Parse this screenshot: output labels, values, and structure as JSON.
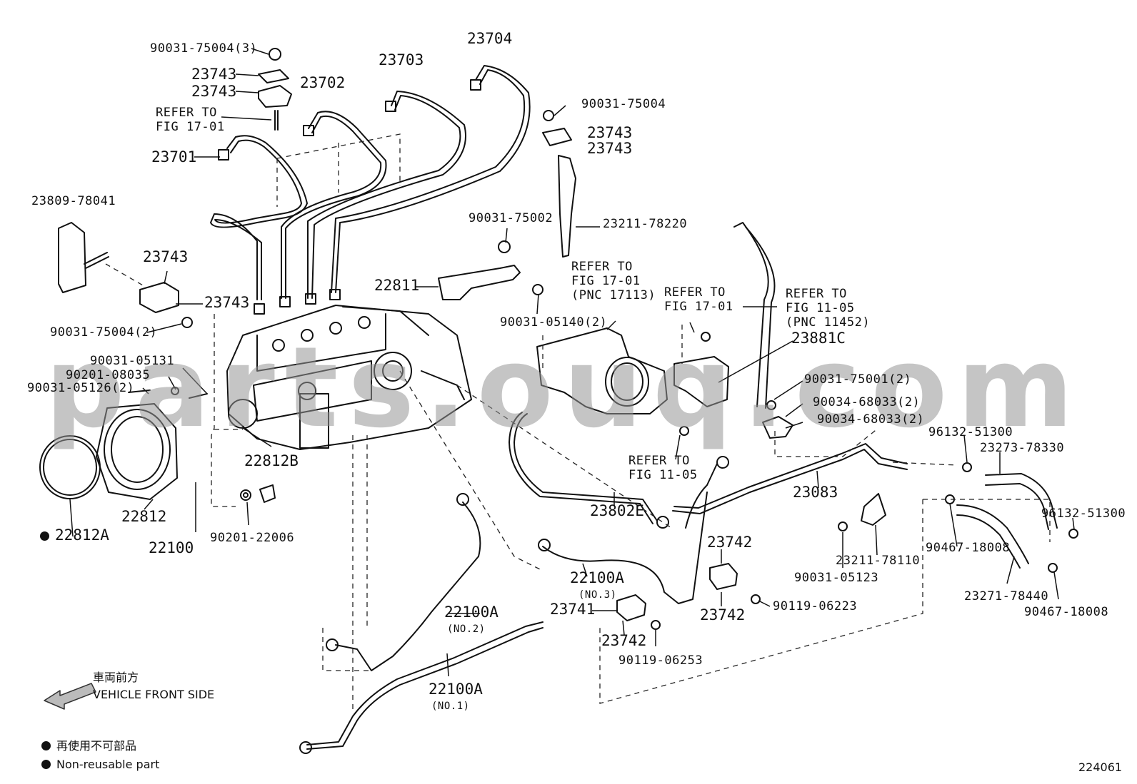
{
  "watermark": "parts.ouq.com",
  "figure_number": "224061",
  "direction": {
    "label_jp": "車両前方",
    "label_en": "VEHICLE FRONT SIDE"
  },
  "legend": {
    "items": [
      {
        "text": "再使用不可部品"
      },
      {
        "text": "Non-reusable part"
      }
    ]
  },
  "callouts": {
    "p_90031_75004_3": "90031-75004(3)",
    "p_23743_a": "23743",
    "p_23743_b": "23743",
    "refer_17_01_a": "REFER TO\nFIG 17-01",
    "p_23701": "23701",
    "p_23702": "23702",
    "p_23703": "23703",
    "p_23704": "23704",
    "p_23809_78041": "23809-78041",
    "p_23743_c": "23743",
    "p_23743_d": "23743",
    "p_90031_75004_2": "90031-75004(2)",
    "p_90031_05131": "90031-05131",
    "p_90201_08035": "90201-08035",
    "p_90031_05126_2": "90031-05126(2)",
    "p_90031_75004": "90031-75004",
    "p_23743_e": "23743",
    "p_23743_f": "23743",
    "p_90031_75002": "90031-75002",
    "p_23211_78220": "23211-78220",
    "p_22811": "22811",
    "p_90031_05140_2": "90031-05140(2)",
    "refer_17_01_pnc": "REFER TO\nFIG 17-01\n(PNC 17113)",
    "refer_17_01_b": "REFER TO\nFIG 17-01",
    "refer_11_05_pnc": "REFER TO\nFIG 11-05\n(PNC 11452)",
    "p_23881c": "23881C",
    "p_90031_75001_2": "90031-75001(2)",
    "p_90034_68033_2a": "90034-68033(2)",
    "p_90034_68033_2b": "90034-68033(2)",
    "p_96132_51300_a": "96132-51300",
    "p_23273_78330": "23273-78330",
    "p_96132_51300_b": "96132-51300",
    "refer_11_05": "REFER TO\nFIG 11-05",
    "p_22812b": "22812B",
    "p_22812": "22812",
    "p_22100": "22100",
    "p_22812a": "22812A",
    "p_90201_22006": "90201-22006",
    "p_23802e": "23802E",
    "p_23083": "23083",
    "p_23211_78110": "23211-78110",
    "p_90031_05123": "90031-05123",
    "p_90467_18008_a": "90467-18008",
    "p_23271_78440": "23271-78440",
    "p_90467_18008_b": "90467-18008",
    "p_23742_a": "23742",
    "p_23742_b": "23742",
    "p_90119_06223": "90119-06223",
    "p_22100a_no3": "22100A",
    "no3": "(NO.3)",
    "p_23741": "23741",
    "p_23742_c": "23742",
    "p_90119_06253": "90119-06253",
    "p_22100a_no2": "22100A",
    "no2": "(NO.2)",
    "p_22100a_no1": "22100A",
    "no1": "(NO.1)"
  }
}
